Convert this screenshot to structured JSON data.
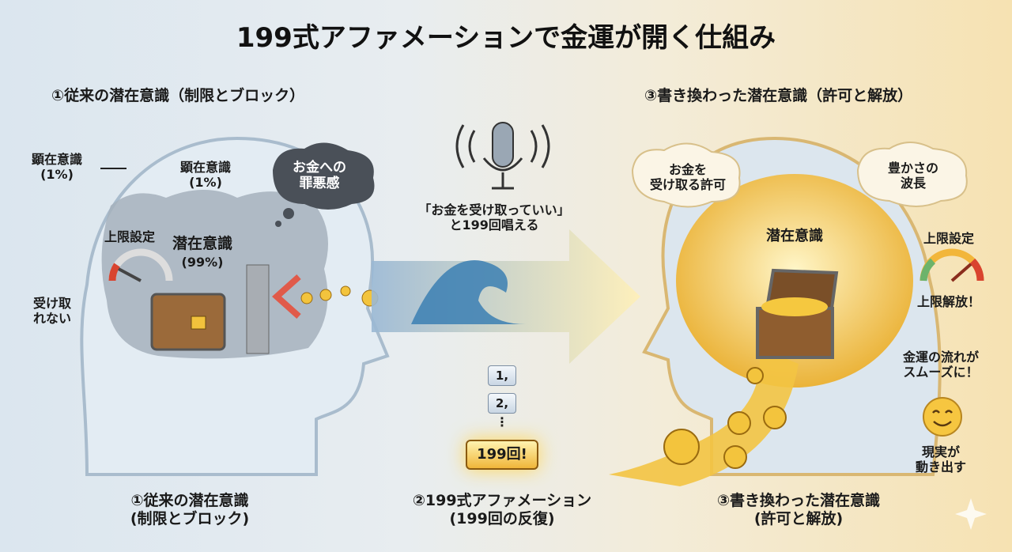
{
  "title": "199式アファメーションで金運が開く仕組み",
  "left": {
    "heading": "①従来の潜在意識（制限とブロック）",
    "outer_label": [
      "顕在意識",
      "(1%)"
    ],
    "inner_label": [
      "顕在意識",
      "(1%)"
    ],
    "thought": [
      "お金への",
      "罪悪感"
    ],
    "limit": "上限設定",
    "sub": [
      "潜在意識",
      "(99%)"
    ],
    "cannot": [
      "受け取",
      "れない"
    ],
    "footer": [
      "①従来の潜在意識",
      "(制限とブロック)"
    ]
  },
  "middle": {
    "quote": [
      "「お金を受け取っていい」",
      "と199回唱える"
    ],
    "counts": [
      "1,",
      "2,",
      "⋮"
    ],
    "final": "199回!",
    "footer": [
      "②199式アファメーション",
      "(199回の反復)"
    ]
  },
  "right": {
    "heading": "③書き換わった潜在意識（許可と解放）",
    "thought1": [
      "お金を",
      "受け取る許可"
    ],
    "thought2": [
      "豊かさの",
      "波長"
    ],
    "sub": "潜在意識",
    "limit": "上限設定",
    "release": "上限解放！",
    "flow": [
      "金運の流れが",
      "スムーズに！"
    ],
    "reality": [
      "現実が",
      "動き出す"
    ],
    "footer": [
      "③書き換わった潜在意識",
      "(許可と解放)"
    ]
  },
  "colors": {
    "gold": "#f5c342",
    "cloud": "#9aa6b2",
    "dark_cloud": "#4a5058",
    "arrow": "#7fa4c4"
  }
}
